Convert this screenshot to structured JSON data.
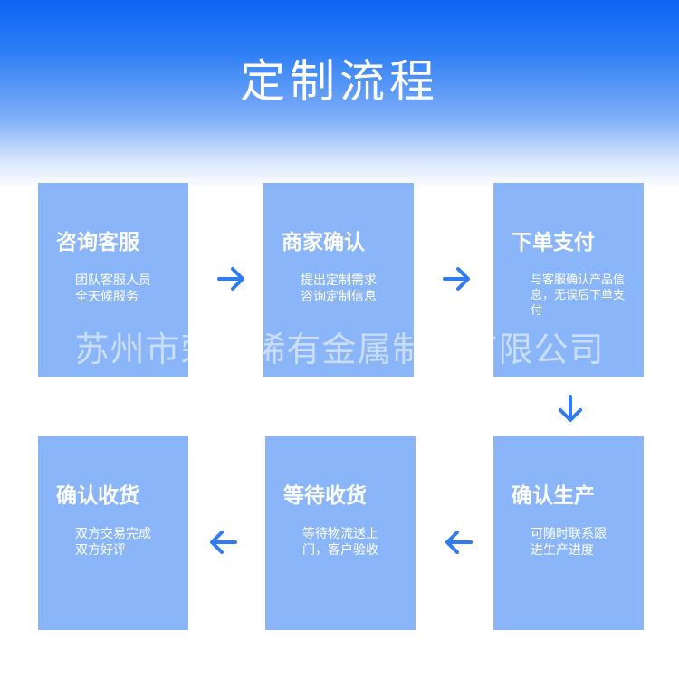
{
  "title": "定制流程",
  "watermark": "苏州市荣千稀有金属制品有限公司",
  "colors": {
    "card": "#8ab5f9",
    "arrow": "#2f7bf0",
    "header": "#0a63f3"
  },
  "steps": [
    {
      "title": "咨询客服",
      "desc": [
        "团队客服人员",
        "全天候服务"
      ]
    },
    {
      "title": "商家确认",
      "desc": [
        "提出定制需求",
        "咨询定制信息"
      ]
    },
    {
      "title": "下单支付",
      "desc": [
        "与客服确认产品信",
        "息，无误后下单支",
        "付"
      ]
    },
    {
      "title": "确认生产",
      "desc": [
        "可随时联系跟",
        "进生产进度"
      ]
    },
    {
      "title": "等待收货",
      "desc": [
        "等待物流送上",
        "门，客户验收"
      ]
    },
    {
      "title": "确认收货",
      "desc": [
        "双方交易完成",
        "双方好评"
      ]
    }
  ],
  "arrows": [
    "right-arrow-icon",
    "right-arrow-icon",
    "down-arrow-icon",
    "left-arrow-icon",
    "left-arrow-icon"
  ]
}
